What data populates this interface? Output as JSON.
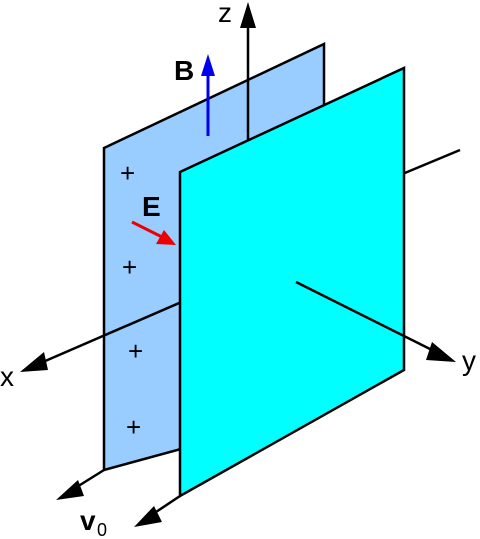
{
  "labels": {
    "z_axis": "z",
    "x_axis": "x",
    "y_axis": "y",
    "magnetic_field": "B",
    "electric_field": "E",
    "velocity": "v",
    "velocity_subscript": "0",
    "charge_1": "+",
    "charge_2": "+",
    "charge_3": "+",
    "charge_4": "+"
  },
  "colors": {
    "back_plate": "#99ccff",
    "front_plate": "#00ffff",
    "outline": "#000000",
    "magnetic_arrow": "#0000ee",
    "electric_arrow": "#ee0000"
  }
}
